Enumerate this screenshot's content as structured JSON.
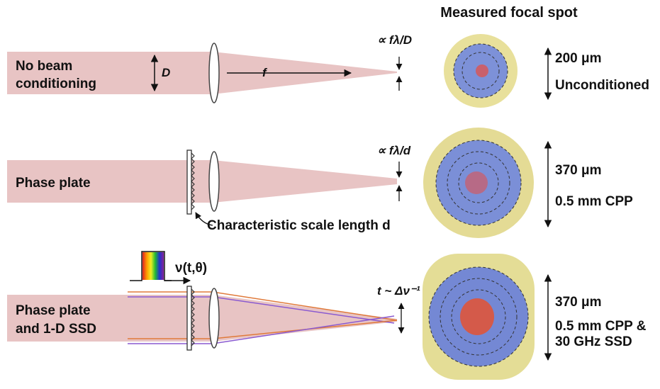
{
  "header": {
    "title": "Measured focal spot"
  },
  "rows": [
    {
      "label_lines": [
        "No beam",
        "conditioning"
      ],
      "aperture_symbol": "D",
      "focal_symbol": "f",
      "spot_formula": "∝ fλ/D",
      "size": "200 μm",
      "notes": [
        "Unconditioned"
      ]
    },
    {
      "label_lines": [
        "Phase plate"
      ],
      "spot_formula": "∝ fλ/d",
      "callout": "Characteristic scale length d",
      "size": "370 μm",
      "notes": [
        "0.5 mm CPP"
      ]
    },
    {
      "label_lines": [
        "Phase plate",
        "and 1-D SSD"
      ],
      "pulse_label": "ν(t,θ)",
      "spot_formula": "t ~ Δν⁻¹",
      "size": "370 μm",
      "notes": [
        "0.5 mm CPP &",
        "30 GHz SSD"
      ]
    }
  ],
  "colors": {
    "beam": "#e8c4c4",
    "beam_edge": "#d9a8a8",
    "lens": "#ffffff",
    "spot_outer": "#d8cc5a",
    "spot_mid": "#6f86d6",
    "spot_core": "#d45a4a",
    "ray_orange": "#e07a3a",
    "ray_purple": "#8a5ad0"
  }
}
